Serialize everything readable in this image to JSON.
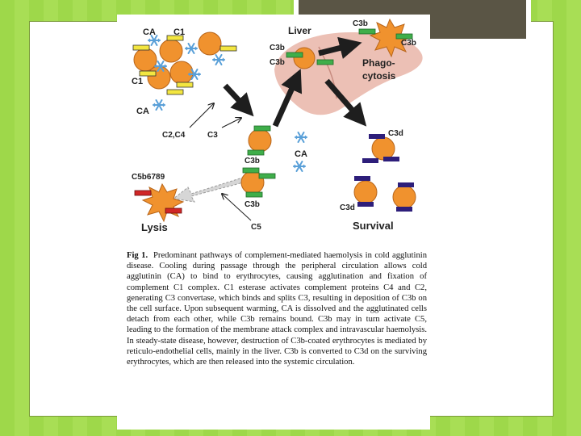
{
  "labels": {
    "ca_top": "CA",
    "c1_top": "C1",
    "c1_left": "C1",
    "ca_bottom": "CA",
    "liver": "Liver",
    "c3b_liver_a": "C3b",
    "c3b_liver_b": "C3b",
    "c3b_phago_a": "C3b",
    "c3b_phago_b": "C3b",
    "phagocytosis_1": "Phago-",
    "phagocytosis_2": "cytosis",
    "c2c4": "C2,C4",
    "c3": "C3",
    "ca_center": "CA",
    "c3b_center_a": "C3b",
    "c3b_center_b": "C3b",
    "c3d_right": "C3d",
    "c3d_bottom": "C3d",
    "survival": "Survival",
    "c5b6789": "C5b6789",
    "lysis": "Lysis",
    "c5": "C5"
  },
  "caption": {
    "fig_label": "Fig 1.",
    "text": "Predominant pathways of complement-mediated haemolysis in cold agglutinin disease. Cooling during passage through the peripheral circulation allows cold agglutinin (CA) to bind to erythrocytes, causing agglutination and fixation of complement C1 complex. C1 esterase activates complement proteins C4 and C2, generating C3 convertase, which binds and splits C3, resulting in deposition of C3b on the cell surface. Upon subsequent warming, CA is dissolved and the agglutinated cells detach from each other, while C3b remains bound. C3b may in turn activate C5, leading to the formation of the membrane attack complex and intravascular haemolysis. In steady-state disease, however, destruction of C3b-coated erythrocytes is mediated by reticulo-endothelial cells, mainly in the liver. C3b is converted to C3d on the surviving erythrocytes, which are then released into the systemic circulation."
  },
  "colors": {
    "cell": "#f0922e",
    "ca": "#5aa0d8",
    "c1": "#f3e640",
    "c3b": "#3fae4a",
    "c3d": "#2d1e7a",
    "c5b": "#d02626",
    "arrow": "#1e1e1e",
    "liver": "#e9b5a8"
  }
}
